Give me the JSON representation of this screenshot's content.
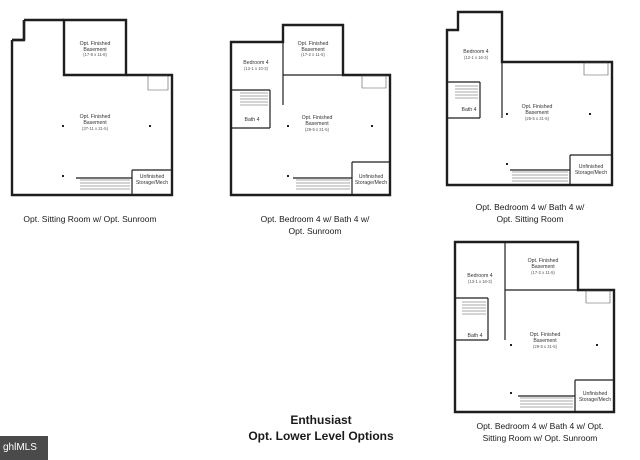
{
  "title": {
    "line1": "Enthusiast",
    "line2": "Opt. Lower Level Options"
  },
  "watermark": "ghlMLS",
  "plans": [
    {
      "caption": "Opt. Sitting Room w/ Opt. Sunroom",
      "rooms": {
        "sunroom_name": "Opt. Finished",
        "sunroom_name2": "Basement",
        "sunroom_dim": "(17-8 x 11-8)",
        "main_name": "Opt. Finished",
        "main_name2": "Basement",
        "main_dim": "(37-11 x 21-5)",
        "storage_name": "Unfinished",
        "storage_name2": "Storage/Mech"
      }
    },
    {
      "caption_line1": "Opt. Bedroom 4 w/ Bath 4 w/",
      "caption_line2": "Opt. Sunroom",
      "rooms": {
        "bedroom_name": "Bedroom 4",
        "bedroom_dim": "(12-1 x 10-3)",
        "bath_name": "Bath 4",
        "sunroom_name": "Opt. Finished",
        "sunroom_name2": "Basement",
        "sunroom_dim": "(17-2 x 11-5)",
        "main_name": "Opt. Finished",
        "main_name2": "Basement",
        "main_dim": "(29-5 x 21-5)",
        "storage_name": "Unfinished",
        "storage_name2": "Storage/Mech"
      }
    },
    {
      "caption_line1": "Opt. Bedroom 4 w/ Bath 4 w/",
      "caption_line2": "Opt. Sitting Room",
      "rooms": {
        "bedroom_name": "Bedroom 4",
        "bedroom_dim": "(12-1 x 16-3)",
        "bath_name": "Bath 4",
        "main_name": "Opt. Finished",
        "main_name2": "Basement",
        "main_dim": "(25-5 x 21-5)",
        "storage_name": "Unfinished",
        "storage_name2": "Storage/Mech"
      }
    },
    {
      "caption_line1": "Opt. Bedroom 4 w/ Bath 4 w/ Opt.",
      "caption_line2": "Sitting Room w/ Opt. Sunroom",
      "rooms": {
        "bedroom_name": "Bedroom 4",
        "bedroom_dim": "(13-1 x 16-3)",
        "bath_name": "Bath 4",
        "sunroom_name": "Opt. Finished",
        "sunroom_name2": "Basement",
        "sunroom_dim": "(17-2 x 11-5)",
        "main_name": "Opt. Finished",
        "main_name2": "Basement",
        "main_dim": "(29-5 x 21-5)",
        "storage_name": "Unfinished",
        "storage_name2": "Storage/Mech"
      }
    }
  ]
}
